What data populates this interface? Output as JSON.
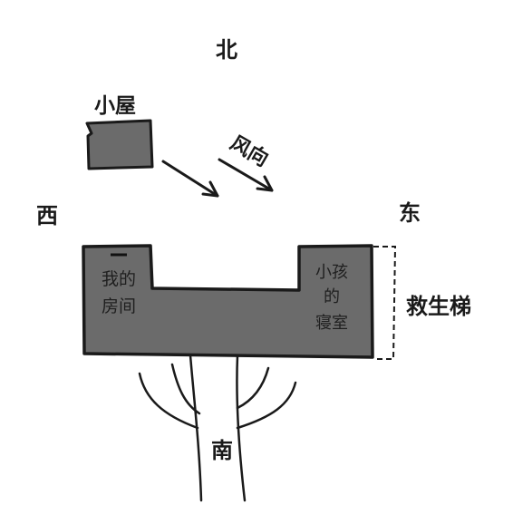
{
  "labels": {
    "north": "北",
    "south": "南",
    "west": "西",
    "east": "东",
    "small_house": "小屋",
    "wind_direction": "风向",
    "rescue_ladder": "救生梯",
    "my_room_line1": "我的",
    "my_room_line2": "房间",
    "kids_room_line1": "小孩",
    "kids_room_line2": "的",
    "kids_room_line3": "寝室"
  },
  "colors": {
    "building_fill": "#6b6b6b",
    "ink": "#1a1a1a",
    "background": "#ffffff"
  }
}
